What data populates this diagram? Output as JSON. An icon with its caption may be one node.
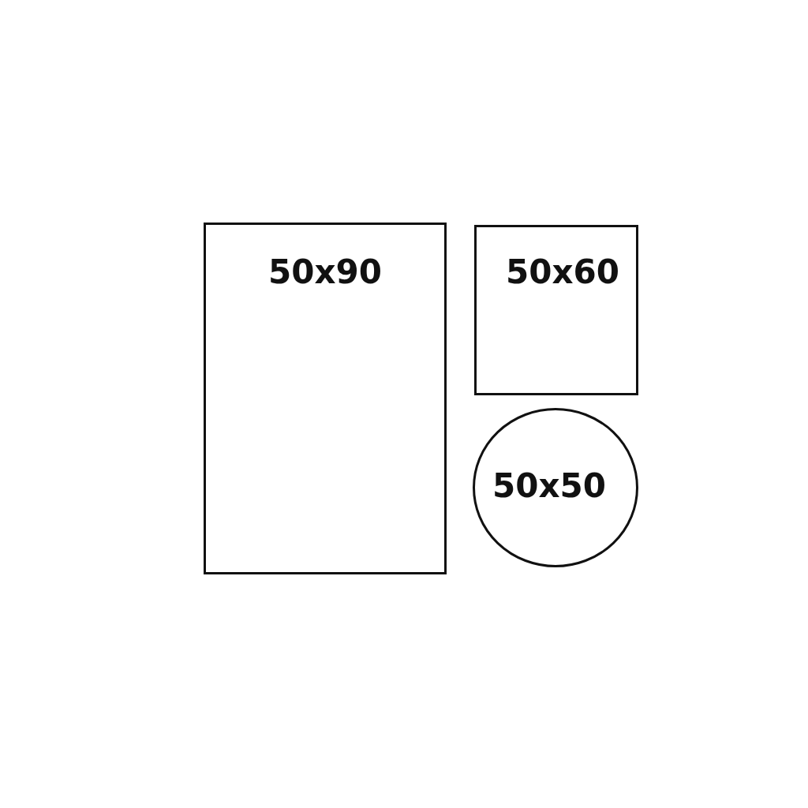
{
  "diagram": {
    "nodes": [
      {
        "text": [
          "50x90"
        ]
      },
      {
        "text": [
          "50x60"
        ]
      },
      {
        "text": [
          "50x50"
        ]
      }
    ]
  }
}
